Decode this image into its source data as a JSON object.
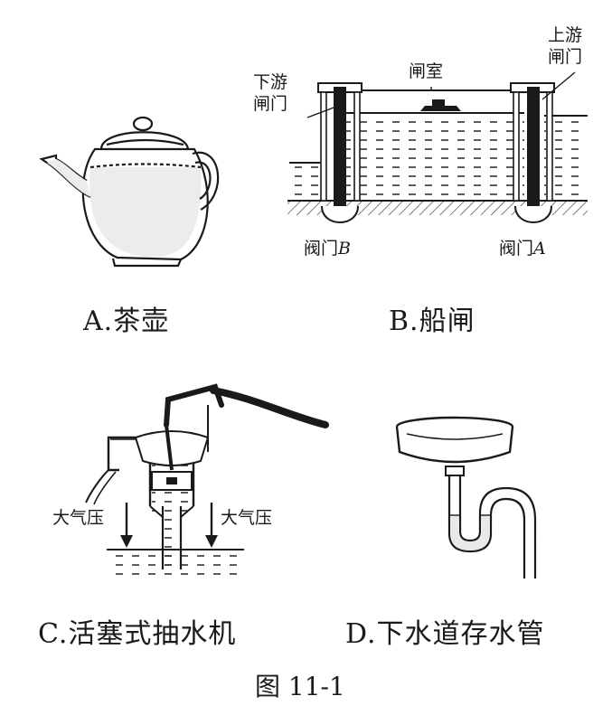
{
  "figure_caption": "图 11-1",
  "panels": [
    {
      "id": "A",
      "caption": "A.茶壶"
    },
    {
      "id": "B",
      "caption": "B.船闸",
      "labels": {
        "downstream_gate_line1": "下游",
        "downstream_gate_line2": "闸门",
        "lock_chamber": "闸室",
        "upstream_gate_line1": "上游",
        "upstream_gate_line2": "闸门",
        "valve_b_text": "阀门",
        "valve_b_letter": "B",
        "valve_a_text": "阀门",
        "valve_a_letter": "A"
      }
    },
    {
      "id": "C",
      "caption": "C.活塞式抽水机",
      "labels": {
        "atm_left": "大气压",
        "atm_right": "大气压"
      }
    },
    {
      "id": "D",
      "caption": "D.下水道存水管"
    }
  ],
  "colors": {
    "ink": "#1a1a1a",
    "water": "#e9e9e9",
    "ground": "#cfcfcf"
  }
}
